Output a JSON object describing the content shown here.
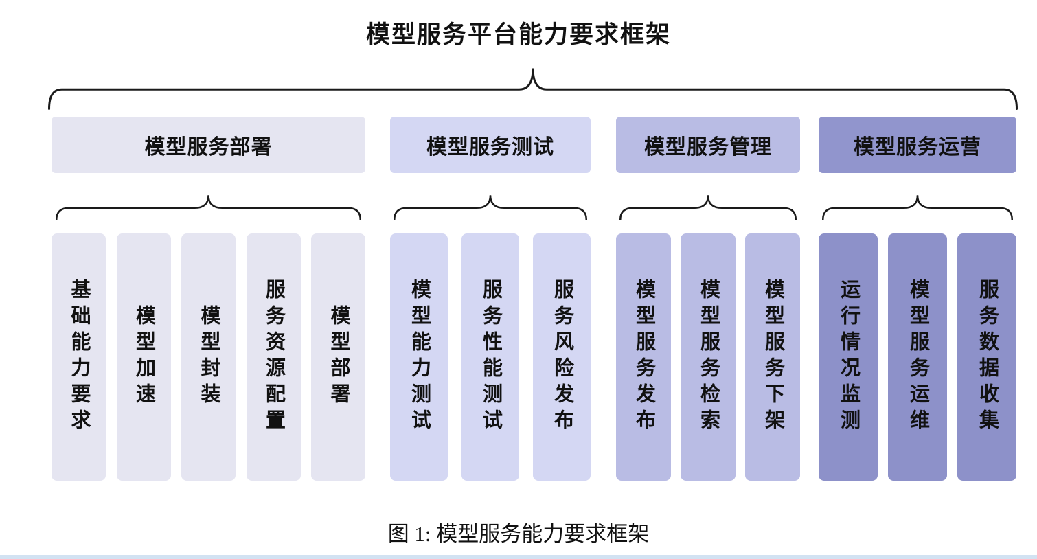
{
  "title": "模型服务平台能力要求框架",
  "caption": "图 1: 模型服务能力要求框架",
  "accent_colors": {
    "group_deployment": "#e5e5f1",
    "group_testing": "#d4d7f3",
    "group_management": "#b9bce4",
    "group_operation": "#8d91c9",
    "bottom_strip": "#d2e2f2"
  },
  "groups": [
    {
      "label": "模型服务部署",
      "color": "#e5e5f1",
      "items": [
        "基础能力要求",
        "模型加速",
        "模型封装",
        "服务资源配置",
        "模型部署"
      ]
    },
    {
      "label": "模型服务测试",
      "color": "#d4d7f3",
      "items": [
        "模型能力测试",
        "服务性能测试",
        "服务风险发布"
      ]
    },
    {
      "label": "模型服务管理",
      "color": "#b9bce4",
      "items": [
        "模型服务发布",
        "模型服务检索",
        "模型服务下架"
      ]
    },
    {
      "label": "模型服务运营",
      "color": "#8d91c9",
      "items": [
        "运行情况监测",
        "模型服务运维",
        "服务数据收集"
      ]
    }
  ]
}
